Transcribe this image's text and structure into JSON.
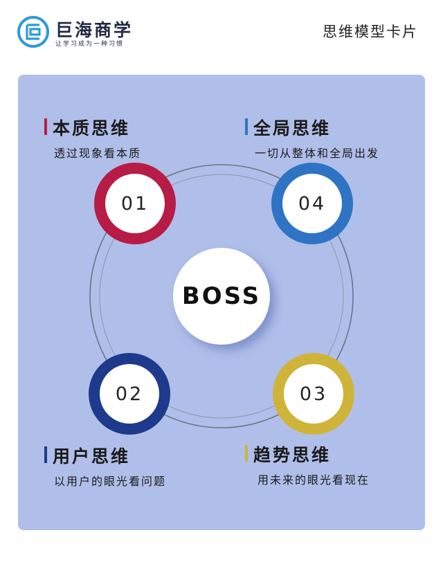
{
  "header": {
    "brand_name": "巨海商学",
    "brand_slogan": "让学习成为一种习惯",
    "card_label": "思维模型卡片"
  },
  "center": {
    "label": "BOSS"
  },
  "quadrants": [
    {
      "number": "01",
      "title": "本质思维",
      "subtitle": "透过现象看本质",
      "color": "#b71c46"
    },
    {
      "number": "02",
      "title": "用户思维",
      "subtitle": "以用户的眼光看问题",
      "color": "#1e3a8c"
    },
    {
      "number": "03",
      "title": "趋势思维",
      "subtitle": "用未来的眼光看现在",
      "color": "#cfb43a"
    },
    {
      "number": "04",
      "title": "全局思维",
      "subtitle": "一切从整体和全局出发",
      "color": "#2f74c4"
    }
  ],
  "colors": {
    "panel": "#b0bfe9",
    "logo": "#2f9ad6"
  }
}
